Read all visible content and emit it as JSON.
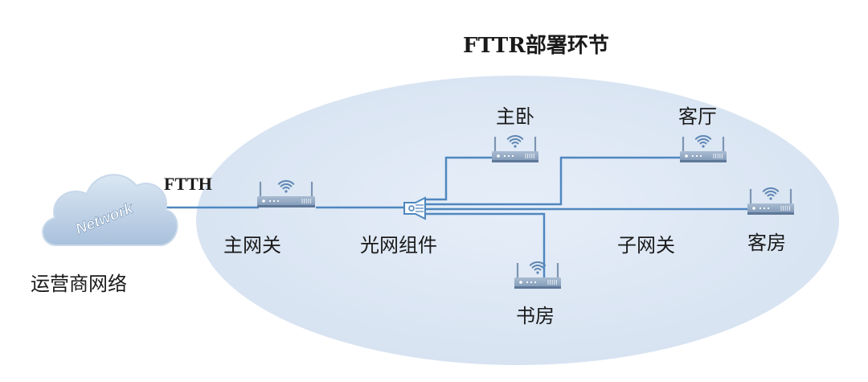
{
  "title": "FTTR部署环节",
  "ftth_label": "FTTH",
  "cloud": {
    "text": "Network",
    "caption": "运营商网络",
    "icon": "cloud-icon"
  },
  "main_gateway": {
    "label": "主网关",
    "icon": "router-icon"
  },
  "optical_component": {
    "label": "光网组件",
    "icon": "optical-splitter-icon"
  },
  "sub_gateway_label": "子网关",
  "rooms": [
    {
      "label": "主卧",
      "icon": "router-icon"
    },
    {
      "label": "客厅",
      "icon": "router-icon"
    },
    {
      "label": "客房",
      "icon": "router-icon"
    },
    {
      "label": "书房",
      "icon": "router-icon"
    }
  ],
  "colors": {
    "zone_fill": "#dfe8f5",
    "link_line": "#4f87bf",
    "router_body": "#8fa6c1",
    "cloud_fill": "#b9cde3",
    "text": "#1a1a1a"
  }
}
